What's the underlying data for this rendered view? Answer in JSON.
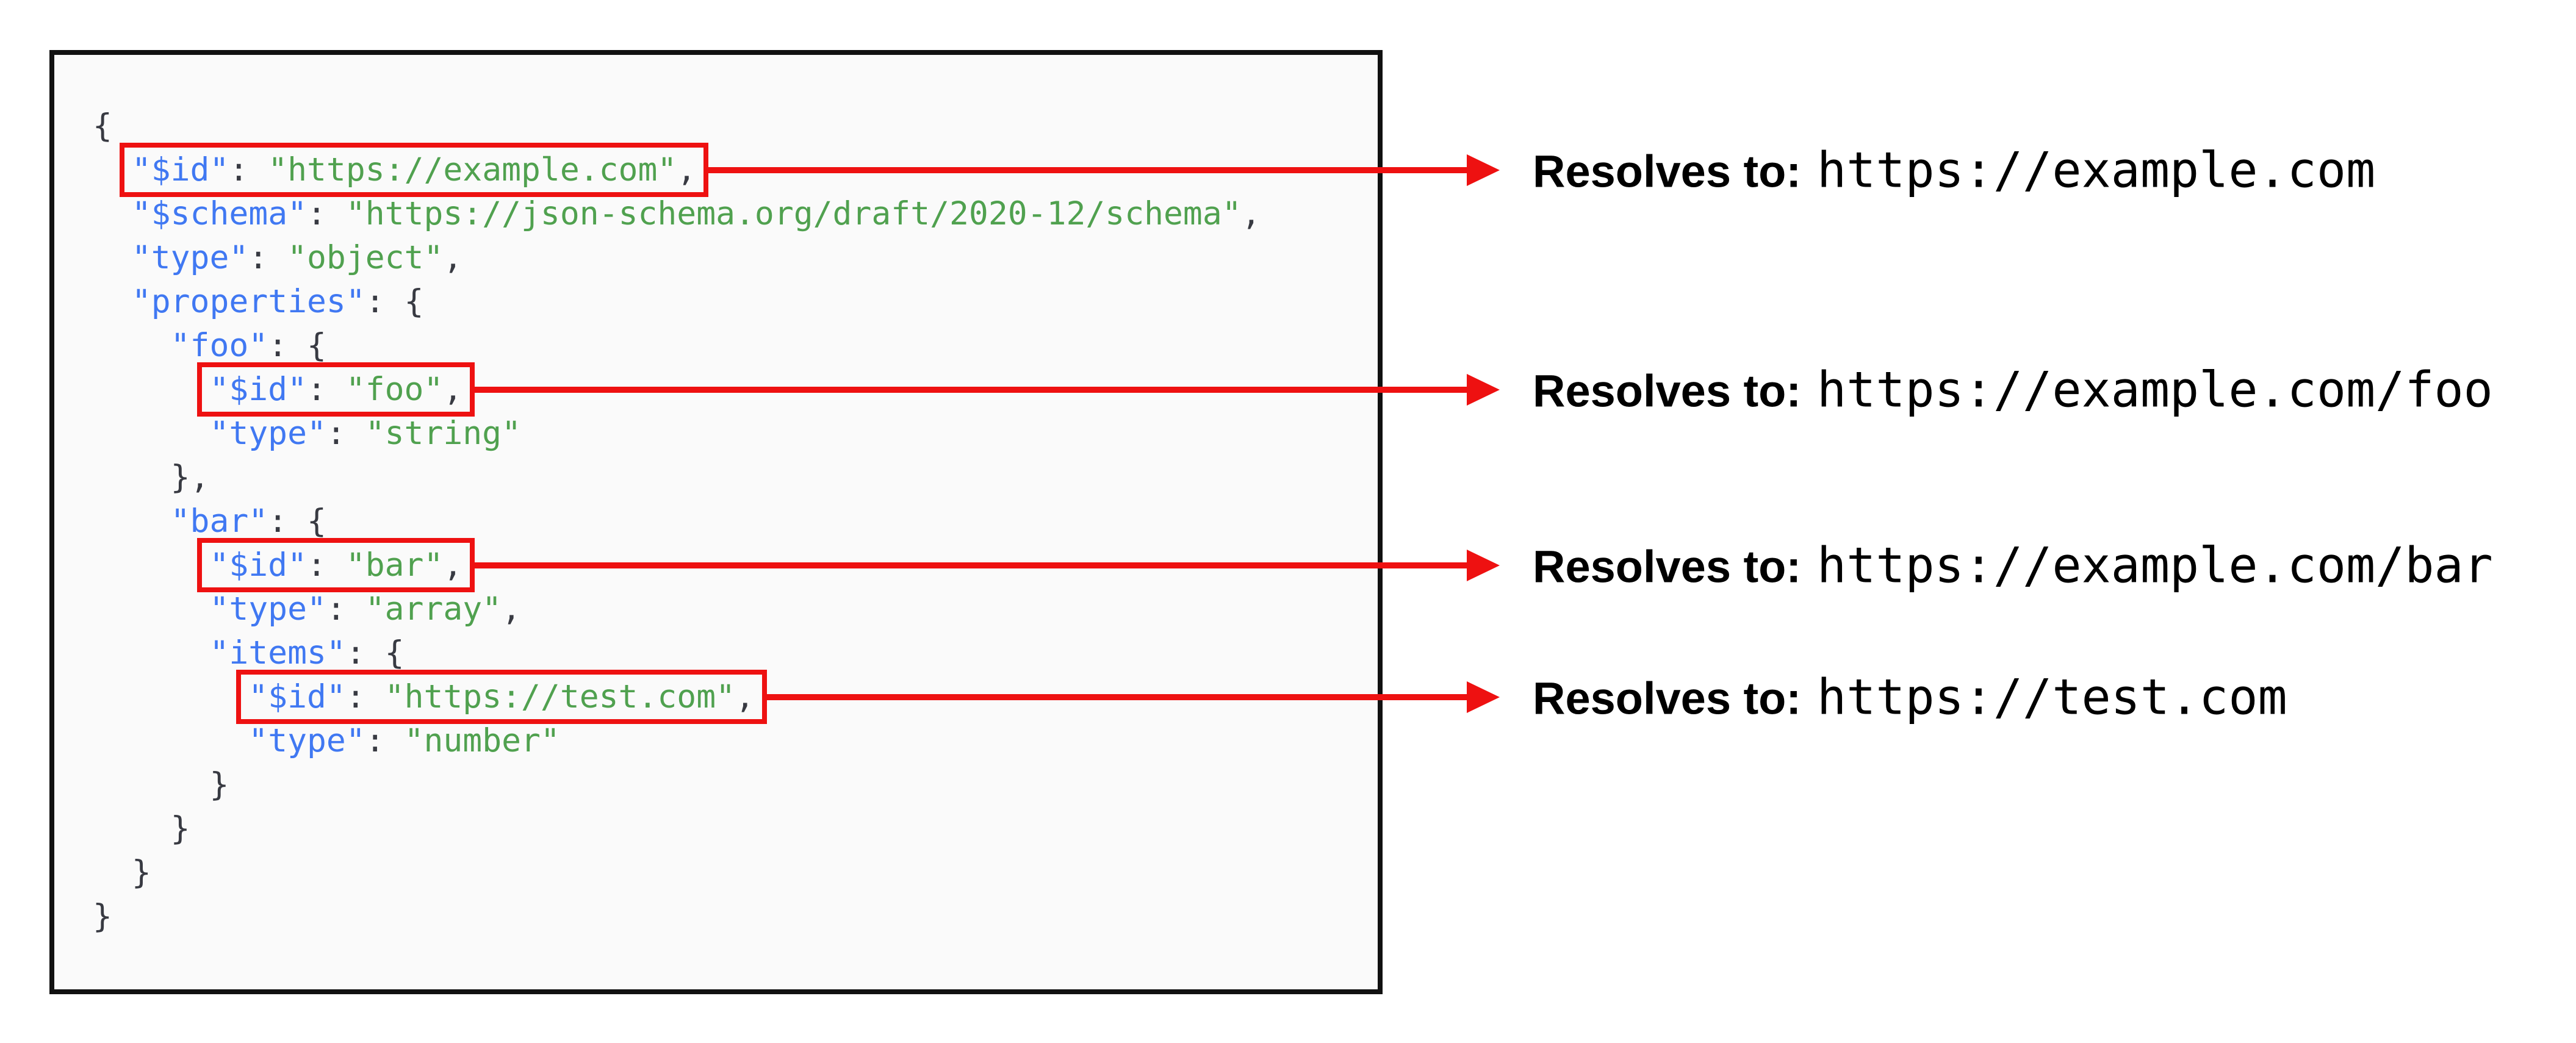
{
  "diagram": {
    "code_panel": {
      "language": "json",
      "lines": [
        {
          "indent": 0,
          "box": null,
          "tokens": [
            {
              "text": "{",
              "type": "pun"
            }
          ]
        },
        {
          "indent": 1,
          "box": 0,
          "tokens": [
            {
              "text": "\"$id\"",
              "type": "key"
            },
            {
              "text": ": ",
              "type": "pun"
            },
            {
              "text": "\"https://example.com\"",
              "type": "str"
            },
            {
              "text": ",",
              "type": "pun"
            }
          ]
        },
        {
          "indent": 1,
          "box": null,
          "tokens": [
            {
              "text": "\"$schema\"",
              "type": "key"
            },
            {
              "text": ": ",
              "type": "pun"
            },
            {
              "text": "\"https://json-schema.org/draft/2020-12/schema\"",
              "type": "str"
            },
            {
              "text": ",",
              "type": "pun"
            }
          ]
        },
        {
          "indent": 1,
          "box": null,
          "tokens": [
            {
              "text": "\"type\"",
              "type": "key"
            },
            {
              "text": ": ",
              "type": "pun"
            },
            {
              "text": "\"object\"",
              "type": "str"
            },
            {
              "text": ",",
              "type": "pun"
            }
          ]
        },
        {
          "indent": 1,
          "box": null,
          "tokens": [
            {
              "text": "\"properties\"",
              "type": "key"
            },
            {
              "text": ": {",
              "type": "pun"
            }
          ]
        },
        {
          "indent": 2,
          "box": null,
          "tokens": [
            {
              "text": "\"foo\"",
              "type": "key"
            },
            {
              "text": ": {",
              "type": "pun"
            }
          ]
        },
        {
          "indent": 3,
          "box": 1,
          "tokens": [
            {
              "text": "\"$id\"",
              "type": "key"
            },
            {
              "text": ": ",
              "type": "pun"
            },
            {
              "text": "\"foo\"",
              "type": "str"
            },
            {
              "text": ",",
              "type": "pun"
            }
          ]
        },
        {
          "indent": 3,
          "box": null,
          "tokens": [
            {
              "text": "\"type\"",
              "type": "key"
            },
            {
              "text": ": ",
              "type": "pun"
            },
            {
              "text": "\"string\"",
              "type": "str"
            }
          ]
        },
        {
          "indent": 2,
          "box": null,
          "tokens": [
            {
              "text": "},",
              "type": "pun"
            }
          ]
        },
        {
          "indent": 2,
          "box": null,
          "tokens": [
            {
              "text": "\"bar\"",
              "type": "key"
            },
            {
              "text": ": {",
              "type": "pun"
            }
          ]
        },
        {
          "indent": 3,
          "box": 2,
          "tokens": [
            {
              "text": "\"$id\"",
              "type": "key"
            },
            {
              "text": ": ",
              "type": "pun"
            },
            {
              "text": "\"bar\"",
              "type": "str"
            },
            {
              "text": ",",
              "type": "pun"
            }
          ]
        },
        {
          "indent": 3,
          "box": null,
          "tokens": [
            {
              "text": "\"type\"",
              "type": "key"
            },
            {
              "text": ": ",
              "type": "pun"
            },
            {
              "text": "\"array\"",
              "type": "str"
            },
            {
              "text": ",",
              "type": "pun"
            }
          ]
        },
        {
          "indent": 3,
          "box": null,
          "tokens": [
            {
              "text": "\"items\"",
              "type": "key"
            },
            {
              "text": ": {",
              "type": "pun"
            }
          ]
        },
        {
          "indent": 4,
          "box": 3,
          "tokens": [
            {
              "text": "\"$id\"",
              "type": "key"
            },
            {
              "text": ": ",
              "type": "pun"
            },
            {
              "text": "\"https://test.com\"",
              "type": "str"
            },
            {
              "text": ",",
              "type": "pun"
            }
          ]
        },
        {
          "indent": 4,
          "box": null,
          "tokens": [
            {
              "text": "\"type\"",
              "type": "key"
            },
            {
              "text": ": ",
              "type": "pun"
            },
            {
              "text": "\"number\"",
              "type": "str"
            }
          ]
        },
        {
          "indent": 3,
          "box": null,
          "tokens": [
            {
              "text": "}",
              "type": "pun"
            }
          ]
        },
        {
          "indent": 2,
          "box": null,
          "tokens": [
            {
              "text": "}",
              "type": "pun"
            }
          ]
        },
        {
          "indent": 1,
          "box": null,
          "tokens": [
            {
              "text": "}",
              "type": "pun"
            }
          ]
        },
        {
          "indent": 0,
          "box": null,
          "tokens": [
            {
              "text": "}",
              "type": "pun"
            }
          ]
        }
      ]
    },
    "annotations": [
      {
        "label": "Resolves to:",
        "value": "https://example.com"
      },
      {
        "label": "Resolves to:",
        "value": "https://example.com/foo"
      },
      {
        "label": "Resolves to:",
        "value": "https://example.com/bar"
      },
      {
        "label": "Resolves to:",
        "value": "https://test.com"
      }
    ],
    "colors": {
      "key": "#4078f2",
      "string": "#50a14f",
      "punctuation": "#383a42",
      "highlight_red": "#ee1111",
      "panel_background": "#fafafa",
      "panel_border": "#111111"
    }
  }
}
